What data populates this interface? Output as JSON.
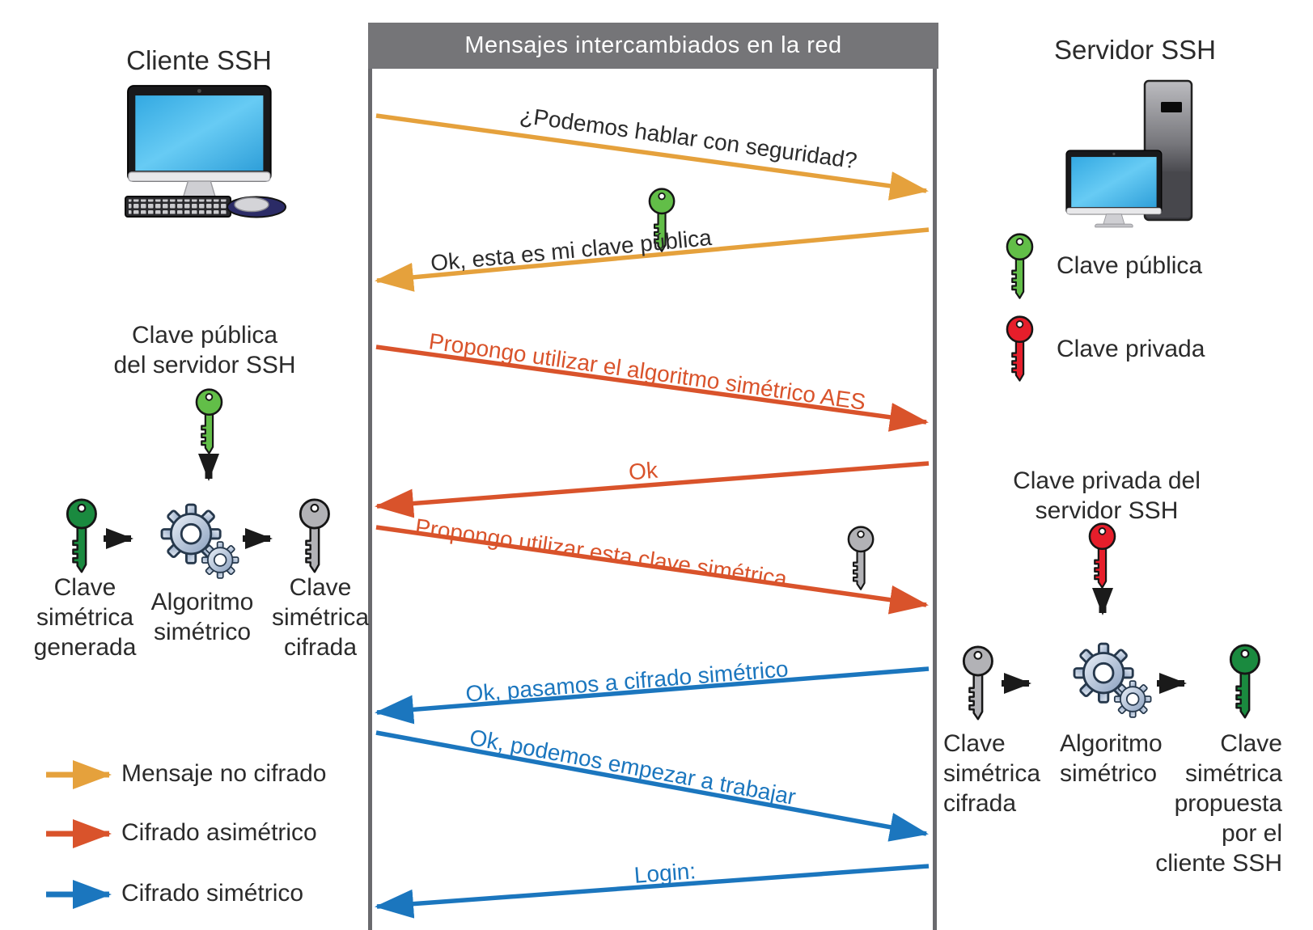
{
  "header": {
    "title": "Mensajes intercambiados en la red"
  },
  "client": {
    "label": "Cliente SSH"
  },
  "server": {
    "label": "Servidor SSH"
  },
  "key_legend": {
    "public_label": "Clave pública",
    "private_label": "Clave privada"
  },
  "messages": [
    {
      "text": "¿Podemos hablar con seguridad?",
      "encryption": "none",
      "from": "client",
      "to": "server"
    },
    {
      "text": "Ok, esta es mi clave pública",
      "encryption": "none",
      "from": "server",
      "to": "client",
      "attachment": "public-key"
    },
    {
      "text": "Propongo utilizar el algoritmo simétrico AES",
      "encryption": "asymmetric",
      "from": "client",
      "to": "server"
    },
    {
      "text": "Ok",
      "encryption": "asymmetric",
      "from": "server",
      "to": "client"
    },
    {
      "text": "Propongo utilizar esta clave simétrica",
      "encryption": "asymmetric",
      "from": "client",
      "to": "server",
      "attachment": "encrypted-symmetric-key"
    },
    {
      "text": "Ok, pasamos a cifrado simétrico",
      "encryption": "symmetric",
      "from": "server",
      "to": "client"
    },
    {
      "text": "Ok, podemos empezar a trabajar",
      "encryption": "symmetric",
      "from": "client",
      "to": "server"
    },
    {
      "text": "Login:",
      "encryption": "symmetric",
      "from": "server",
      "to": "client"
    }
  ],
  "client_flow": {
    "title_lines": [
      "Clave pública",
      "del servidor SSH"
    ],
    "input_lines": [
      "Clave",
      "simétrica",
      "generada"
    ],
    "process_lines": [
      "Algoritmo",
      "simétrico"
    ],
    "output_lines": [
      "Clave",
      "simétrica",
      "cifrada"
    ]
  },
  "server_flow": {
    "title_lines": [
      "Clave privada del",
      "servidor SSH"
    ],
    "input_lines": [
      "Clave",
      "simétrica",
      "cifrada"
    ],
    "process_lines": [
      "Algoritmo",
      "simétrico"
    ],
    "output_lines": [
      "Clave",
      "simétrica",
      "propuesta",
      "por el",
      "cliente SSH"
    ]
  },
  "arrow_legend": [
    {
      "label": "Mensaje no cifrado",
      "color": "#E5A13C"
    },
    {
      "label": "Cifrado asimétrico",
      "color": "#D9532B"
    },
    {
      "label": "Cifrado simétrico",
      "color": "#1B76BE"
    }
  ],
  "icons": {
    "client": "desktop-computer-icon",
    "server": "server-tower-icon",
    "public_key": "green-key-icon",
    "private_key": "red-key-icon",
    "generated_symmetric_key": "dark-green-key-icon",
    "encrypted_symmetric_key": "silver-key-icon",
    "algorithm": "gears-icon"
  },
  "colors": {
    "unencrypted": "#E5A13C",
    "asymmetric": "#D9532B",
    "symmetric": "#1B76BE",
    "public_key": "#62BE48",
    "private_key": "#E61E2B",
    "generated_key": "#1A8A3F",
    "encrypted_key": "#B2B2B6",
    "header_bar": "#757578"
  }
}
